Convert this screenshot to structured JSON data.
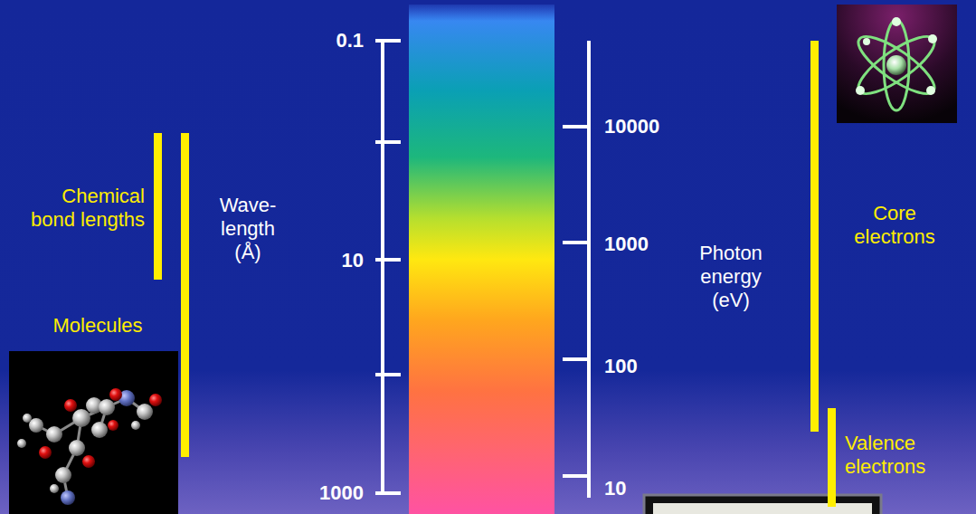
{
  "diagram": {
    "labels": [
      "Chemical bond lengths",
      "Molecules",
      "Wave- length (Å)",
      "0.1",
      "10",
      "1000",
      "10000",
      "1000",
      "100",
      "10",
      "Photon energy (eV)",
      "Core electrons",
      "Valence electrons"
    ]
  }
}
